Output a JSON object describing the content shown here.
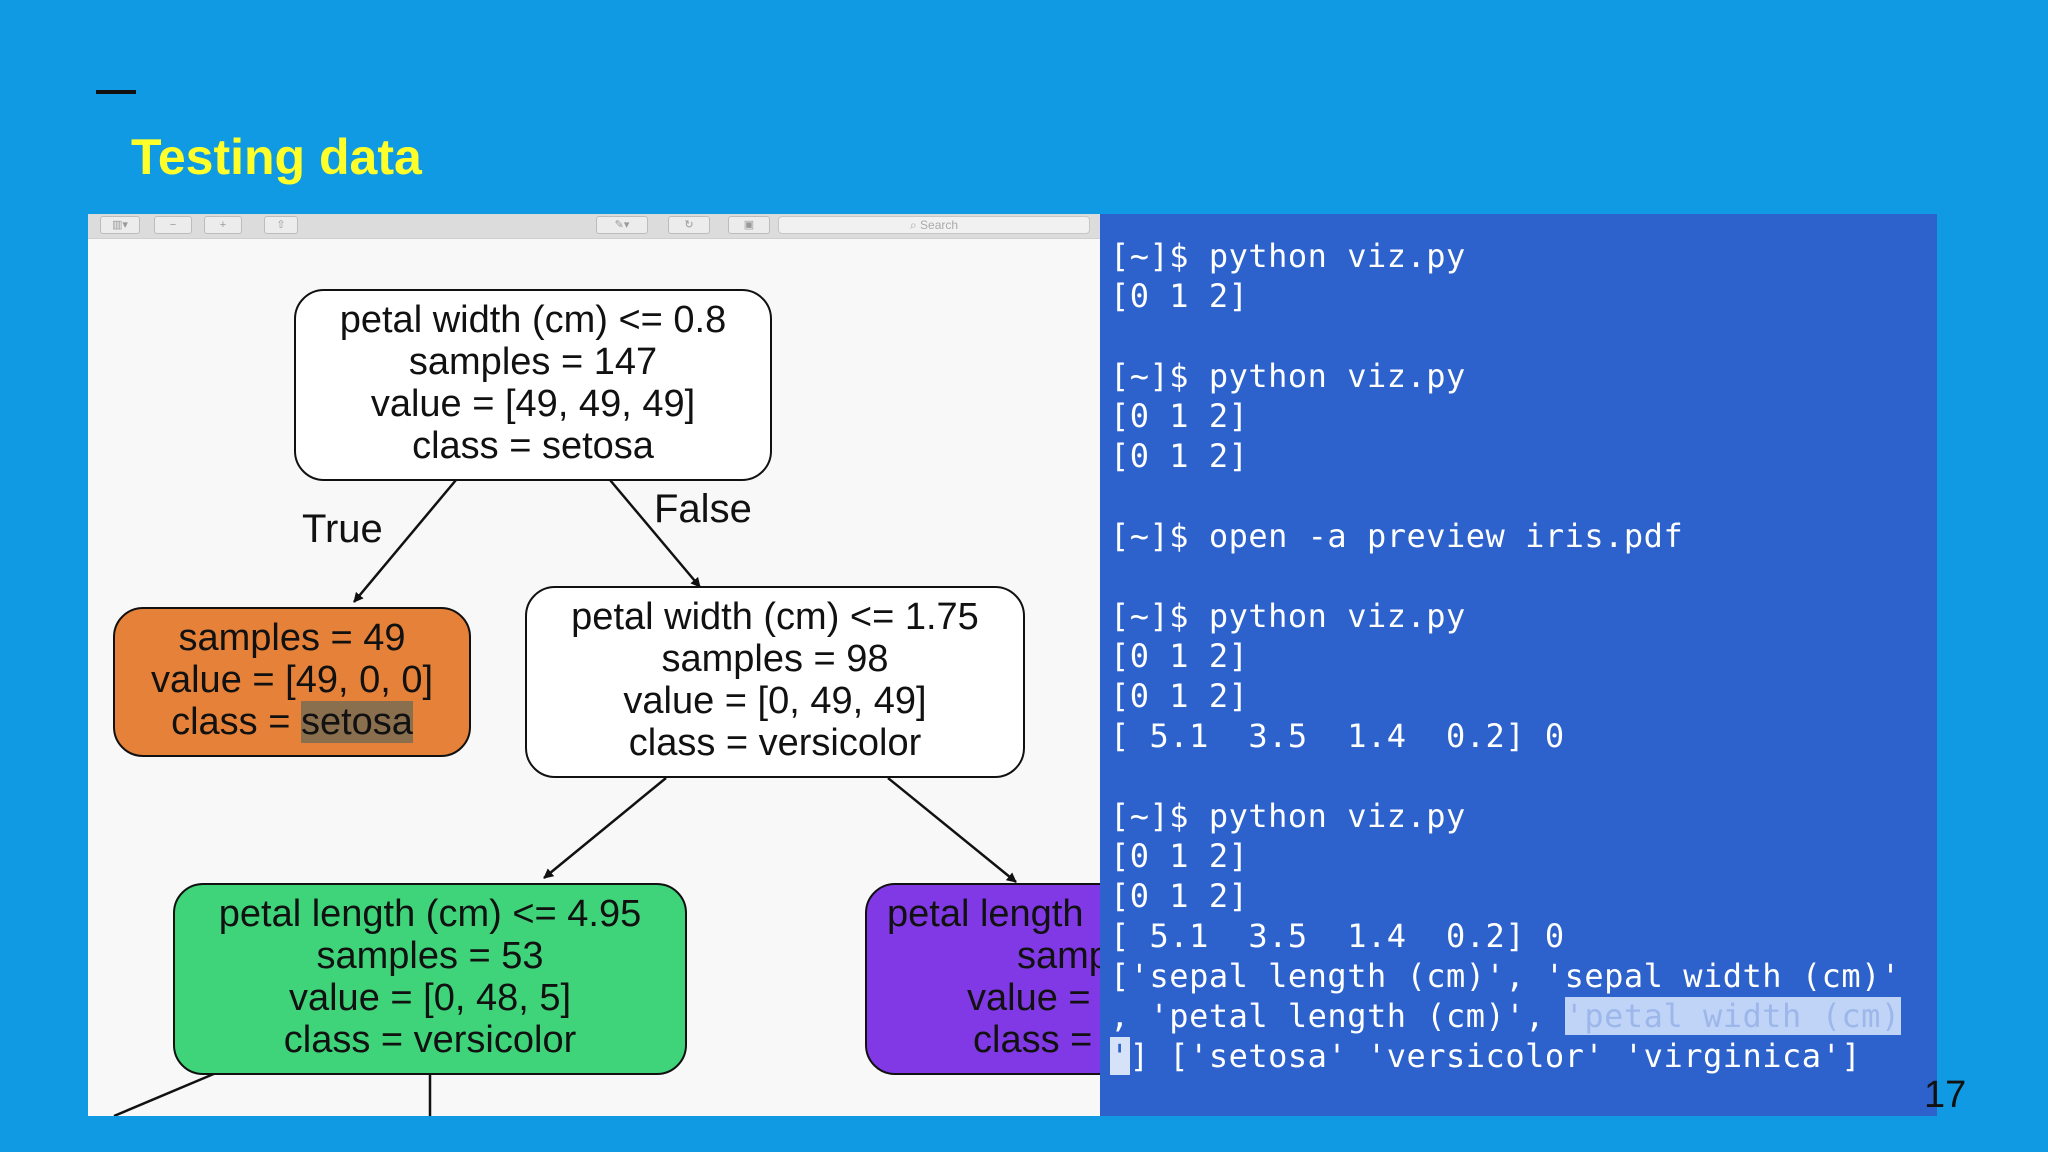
{
  "slide": {
    "title": "Testing data",
    "page_number": "17"
  },
  "preview": {
    "toolbar": {
      "search_placeholder": "Search",
      "buttons": [
        "sidebar-icon",
        "zoom-out-icon",
        "zoom-in-icon",
        "share-icon",
        "markup-icon",
        "rotate-icon",
        "annotate-icon"
      ]
    },
    "tree": {
      "root": {
        "lines": [
          "petal width (cm) <= 0.8",
          "samples = 147",
          "value = [49, 49, 49]",
          "class = setosa"
        ]
      },
      "true_label": "True",
      "false_label": "False",
      "left_leaf": {
        "line1": "samples = 49",
        "line2": "value = [49, 0, 0]",
        "line3_prefix": "class = ",
        "line3_highlight": "setosa",
        "color": "#e58139"
      },
      "split2": {
        "lines": [
          "petal width (cm) <= 1.75",
          "samples = 98",
          "value = [0, 49, 49]",
          "class = versicolor"
        ]
      },
      "green_node": {
        "lines": [
          "petal length (cm) <= 4.95",
          "samples = 53",
          "value = [0, 48, 5]",
          "class = versicolor"
        ],
        "color": "#3fd37a"
      },
      "purple_node": {
        "lines": [
          "petal length",
          "samp",
          "value =",
          "class ="
        ],
        "color": "#8139e5"
      }
    }
  },
  "terminal": {
    "lines": [
      "[~]$ python viz.py",
      "[0 1 2]",
      "",
      "[~]$ python viz.py",
      "[0 1 2]",
      "[0 1 2]",
      "",
      "[~]$ open -a preview iris.pdf",
      "",
      "[~]$ python viz.py",
      "[0 1 2]",
      "[0 1 2]",
      "[ 5.1  3.5  1.4  0.2] 0",
      "",
      "[~]$ python viz.py",
      "[0 1 2]",
      "[0 1 2]",
      "[ 5.1  3.5  1.4  0.2] 0",
      "['sepal length (cm)', 'sepal width (cm)'"
    ],
    "line20_prefix": ", 'petal length (cm)', ",
    "line20_selected": "'petal width (cm)",
    "line21_caret": "'",
    "line21_rest": "] ['setosa' 'versicolor' 'virginica']",
    "background": "#2d62cc"
  }
}
